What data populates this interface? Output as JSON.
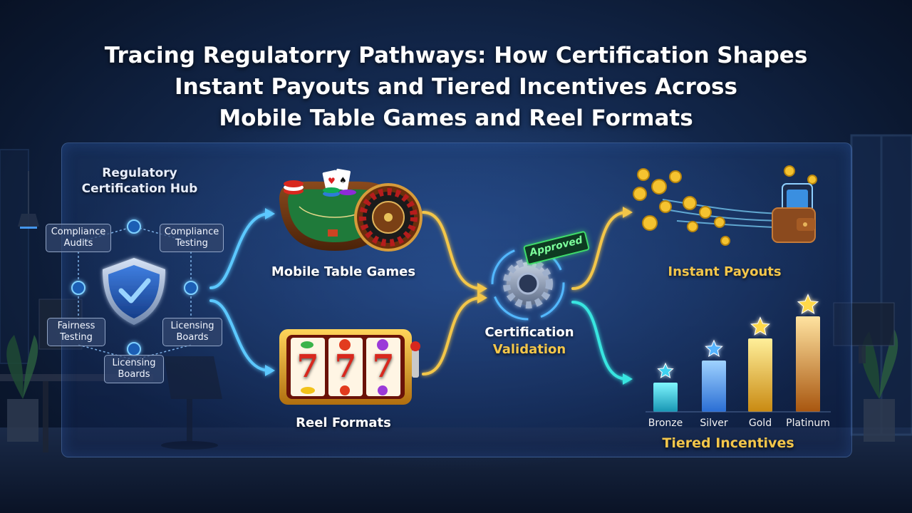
{
  "title": {
    "line1": "Tracing Regulatorry Pathways: How Certification Shapes",
    "line2": "Instant Payouts and Tiered Incentives Across",
    "line3": "Mobile Table Games and Reel Formats"
  },
  "hub": {
    "title_line1": "Regulatory",
    "title_line2": "Certification Hub",
    "nodes": {
      "compliance_audits": [
        "Compliance",
        "Audits"
      ],
      "compliance_testing": [
        "Compliance",
        "Testing"
      ],
      "fairness_testing": [
        "Fairness",
        "Testing"
      ],
      "licensing_boards_right": [
        "Licensing",
        "Boards"
      ],
      "licensing_boards_bottom": [
        "Licensing",
        "Boards"
      ]
    }
  },
  "games": {
    "table_label": "Mobile Table Games",
    "reel_label": "Reel Formats",
    "reel_symbols": [
      "7",
      "7",
      "7"
    ]
  },
  "certification": {
    "line1": "Certification",
    "line2": "Validation",
    "stamp": "Approved"
  },
  "payouts": {
    "label": "Instant Payouts"
  },
  "tiers": {
    "label": "Tiered Incentives",
    "items": [
      "Bronze",
      "Silver",
      "Gold",
      "Platinum"
    ],
    "levels": [
      1,
      2,
      3,
      4
    ]
  },
  "colors": {
    "accent_blue": "#3fb8ff",
    "accent_gold": "#f3c64a",
    "accent_cyan": "#39e5e0",
    "approved_green": "#3fdc6a"
  }
}
